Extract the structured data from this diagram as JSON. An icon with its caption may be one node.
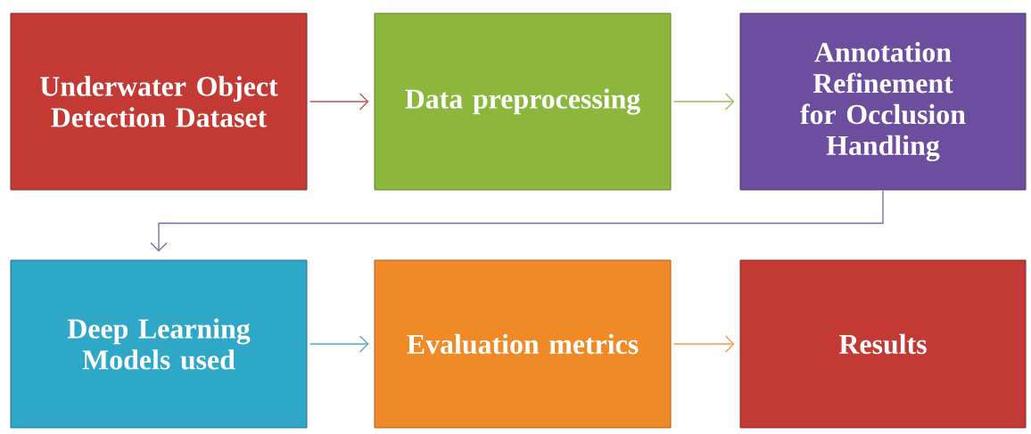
{
  "diagram": {
    "nodes": [
      {
        "text": [
          "Underwater Object Detection Dataset"
        ]
      },
      {
        "text": [
          "Data preprocessing"
        ]
      },
      {
        "text": [
          "Annotation Refinement for Occlusion Handling"
        ]
      },
      {
        "text": [
          "Deep Learning Models used"
        ]
      },
      {
        "text": [
          "Evaluation metrics"
        ]
      },
      {
        "text": [
          "Results"
        ]
      }
    ],
    "edges": [
      {
        "from": 0,
        "to": 1,
        "arrow": "to",
        "color": "#c0504d"
      },
      {
        "from": 1,
        "to": 2,
        "arrow": "to",
        "color": "#9bbb59"
      },
      {
        "from": 2,
        "to": 3,
        "arrow": "to",
        "color": "#8064a2"
      },
      {
        "from": 3,
        "to": 4,
        "arrow": "to",
        "color": "#4bacc6"
      },
      {
        "from": 4,
        "to": 5,
        "arrow": "to",
        "color": "#f79646"
      }
    ]
  }
}
